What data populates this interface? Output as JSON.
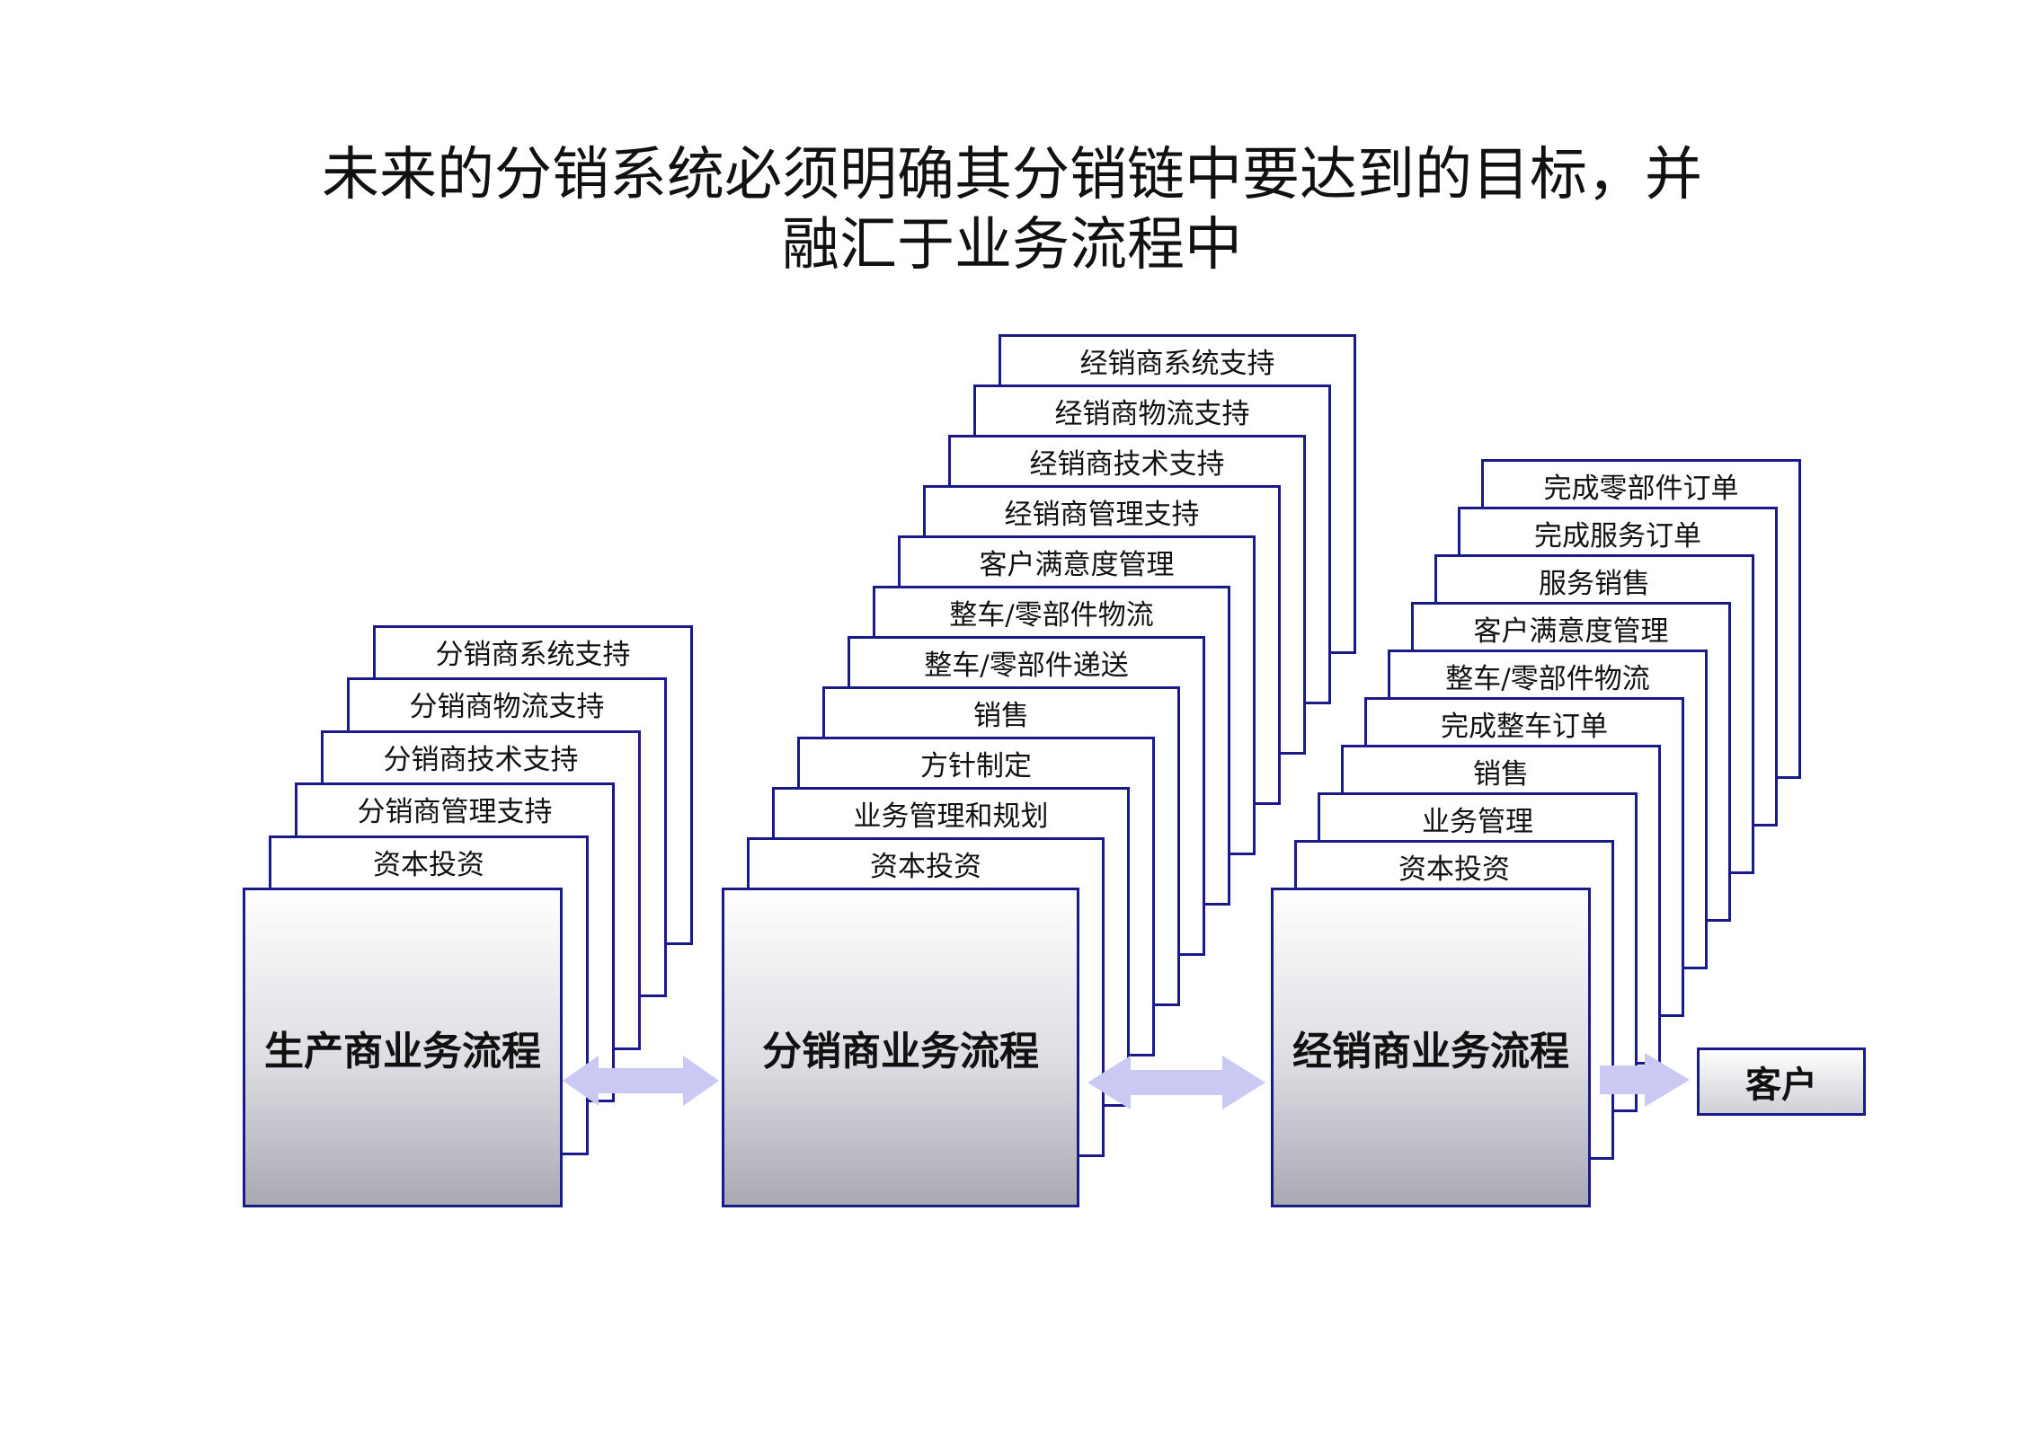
{
  "title": {
    "line1": "未来的分销系统必须明确其分销链中要达到的目标，并",
    "line2": "融汇于业务流程中"
  },
  "stacks": [
    {
      "name": "manufacturer",
      "label": "生产商业务流程",
      "items": [
        "资本投资",
        "分销商管理支持",
        "分销商技术支持",
        "分销商物流支持",
        "分销商系统支持"
      ]
    },
    {
      "name": "distributor",
      "label": "分销商业务流程",
      "items": [
        "资本投资",
        "业务管理和规划",
        "方针制定",
        "销售",
        "整车/零部件递送",
        "整车/零部件物流",
        "客户满意度管理",
        "经销商管理支持",
        "经销商技术支持",
        "经销商物流支持",
        "经销商系统支持"
      ]
    },
    {
      "name": "dealer",
      "label": "经销商业务流程",
      "items": [
        "资本投资",
        "业务管理",
        "销售",
        "完成整车订单",
        "整车/零部件物流",
        "客户满意度管理",
        "服务销售",
        "完成服务订单",
        "完成零部件订单"
      ]
    }
  ],
  "customer": {
    "label": "客户"
  },
  "colors": {
    "border": "#1a1a8c",
    "arrow": "#c9c9f4"
  }
}
